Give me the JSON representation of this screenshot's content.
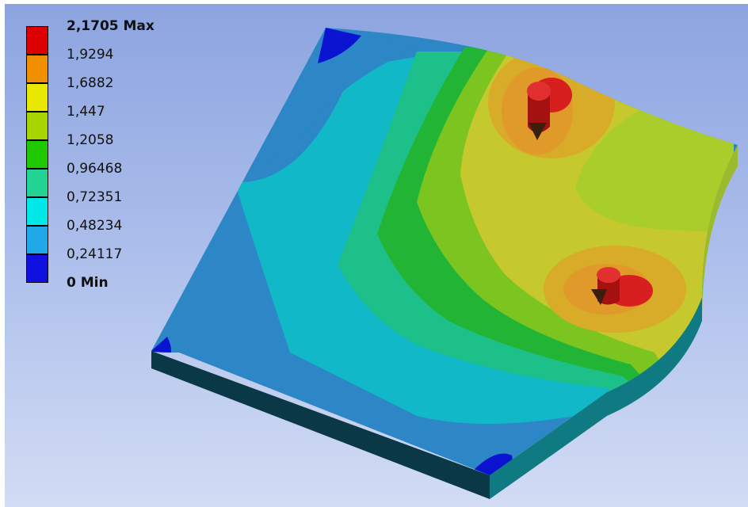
{
  "legend": {
    "entries": [
      {
        "label": "2,1705 Max",
        "bold": true
      },
      {
        "label": "1,9294",
        "bold": false
      },
      {
        "label": "1,6882",
        "bold": false
      },
      {
        "label": "1,447",
        "bold": false
      },
      {
        "label": "1,2058",
        "bold": false
      },
      {
        "label": "0,96468",
        "bold": false
      },
      {
        "label": "0,72351",
        "bold": false
      },
      {
        "label": "0,48234",
        "bold": false
      },
      {
        "label": "0,24117",
        "bold": false
      },
      {
        "label": "0 Min",
        "bold": true
      }
    ],
    "colors": [
      "#dd0000",
      "#f09000",
      "#e8e800",
      "#a8d400",
      "#20c800",
      "#22d494",
      "#00e8e8",
      "#20a8e8",
      "#1010e0"
    ]
  },
  "colors": {
    "background_top": "#8da4e0",
    "background_bottom": "#d2dcf4",
    "band_0": "#0a14d0",
    "band_1": "#2d86c6",
    "band_2": "#11b8c8",
    "band_3": "#1ec08a",
    "band_4": "#22b535",
    "band_5": "#7cc521",
    "band_6": "#a9cd2a",
    "band_7": "#c5c92e",
    "band_8": "#d8ab28",
    "band_9": "#db2222",
    "side_face": "#0b3846"
  }
}
